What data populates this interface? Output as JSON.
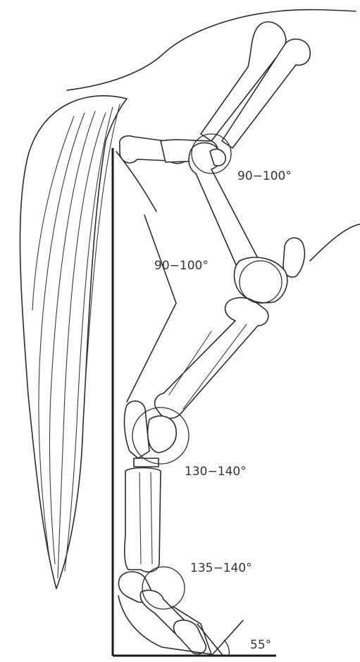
{
  "angles": [
    {
      "id": "hip",
      "label": "90−100°"
    },
    {
      "id": "stifle",
      "label": "90−100°"
    },
    {
      "id": "hock",
      "label": "130−140°"
    },
    {
      "id": "fetlock",
      "label": "135−140°"
    },
    {
      "id": "hoof",
      "label": "55°"
    }
  ]
}
